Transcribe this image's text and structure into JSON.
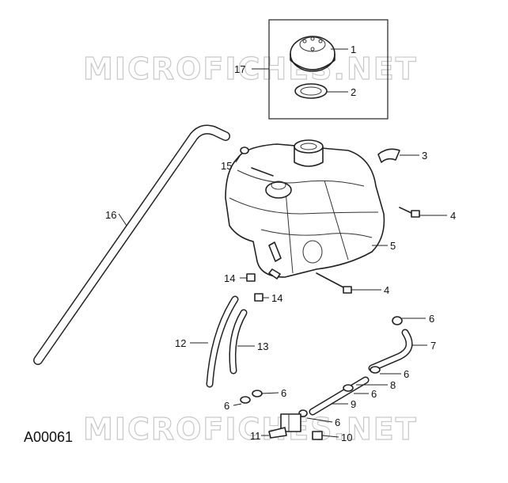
{
  "watermark": "MICROFICHES.NET",
  "diagram_code": "A00061",
  "callouts": {
    "c1": "1",
    "c2": "2",
    "c3": "3",
    "c4a": "4",
    "c4b": "4",
    "c5": "5",
    "c6a": "6",
    "c6b": "6",
    "c6c": "6",
    "c6d": "6",
    "c6e": "6",
    "c6f": "6",
    "c7": "7",
    "c8": "8",
    "c9": "9",
    "c10": "10",
    "c11": "11",
    "c12": "12",
    "c13": "13",
    "c14a": "14",
    "c14b": "14",
    "c15": "15",
    "c16": "16",
    "c17": "17"
  }
}
